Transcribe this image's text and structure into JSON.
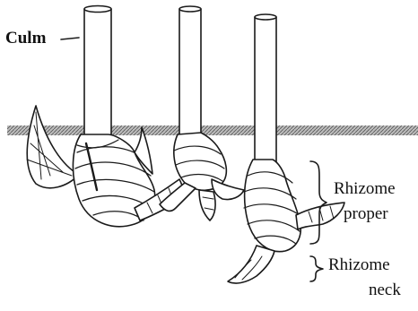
{
  "labels": {
    "culm": "Culm",
    "rhizome_proper_line1": "Rhizome",
    "rhizome_proper_line2": "proper",
    "rhizome_neck_line1": "Rhizome",
    "rhizome_neck_line2": "neck"
  },
  "colors": {
    "ink": "#1a1a1a",
    "ground": "#8f8f8f",
    "paper": "#ffffff"
  }
}
